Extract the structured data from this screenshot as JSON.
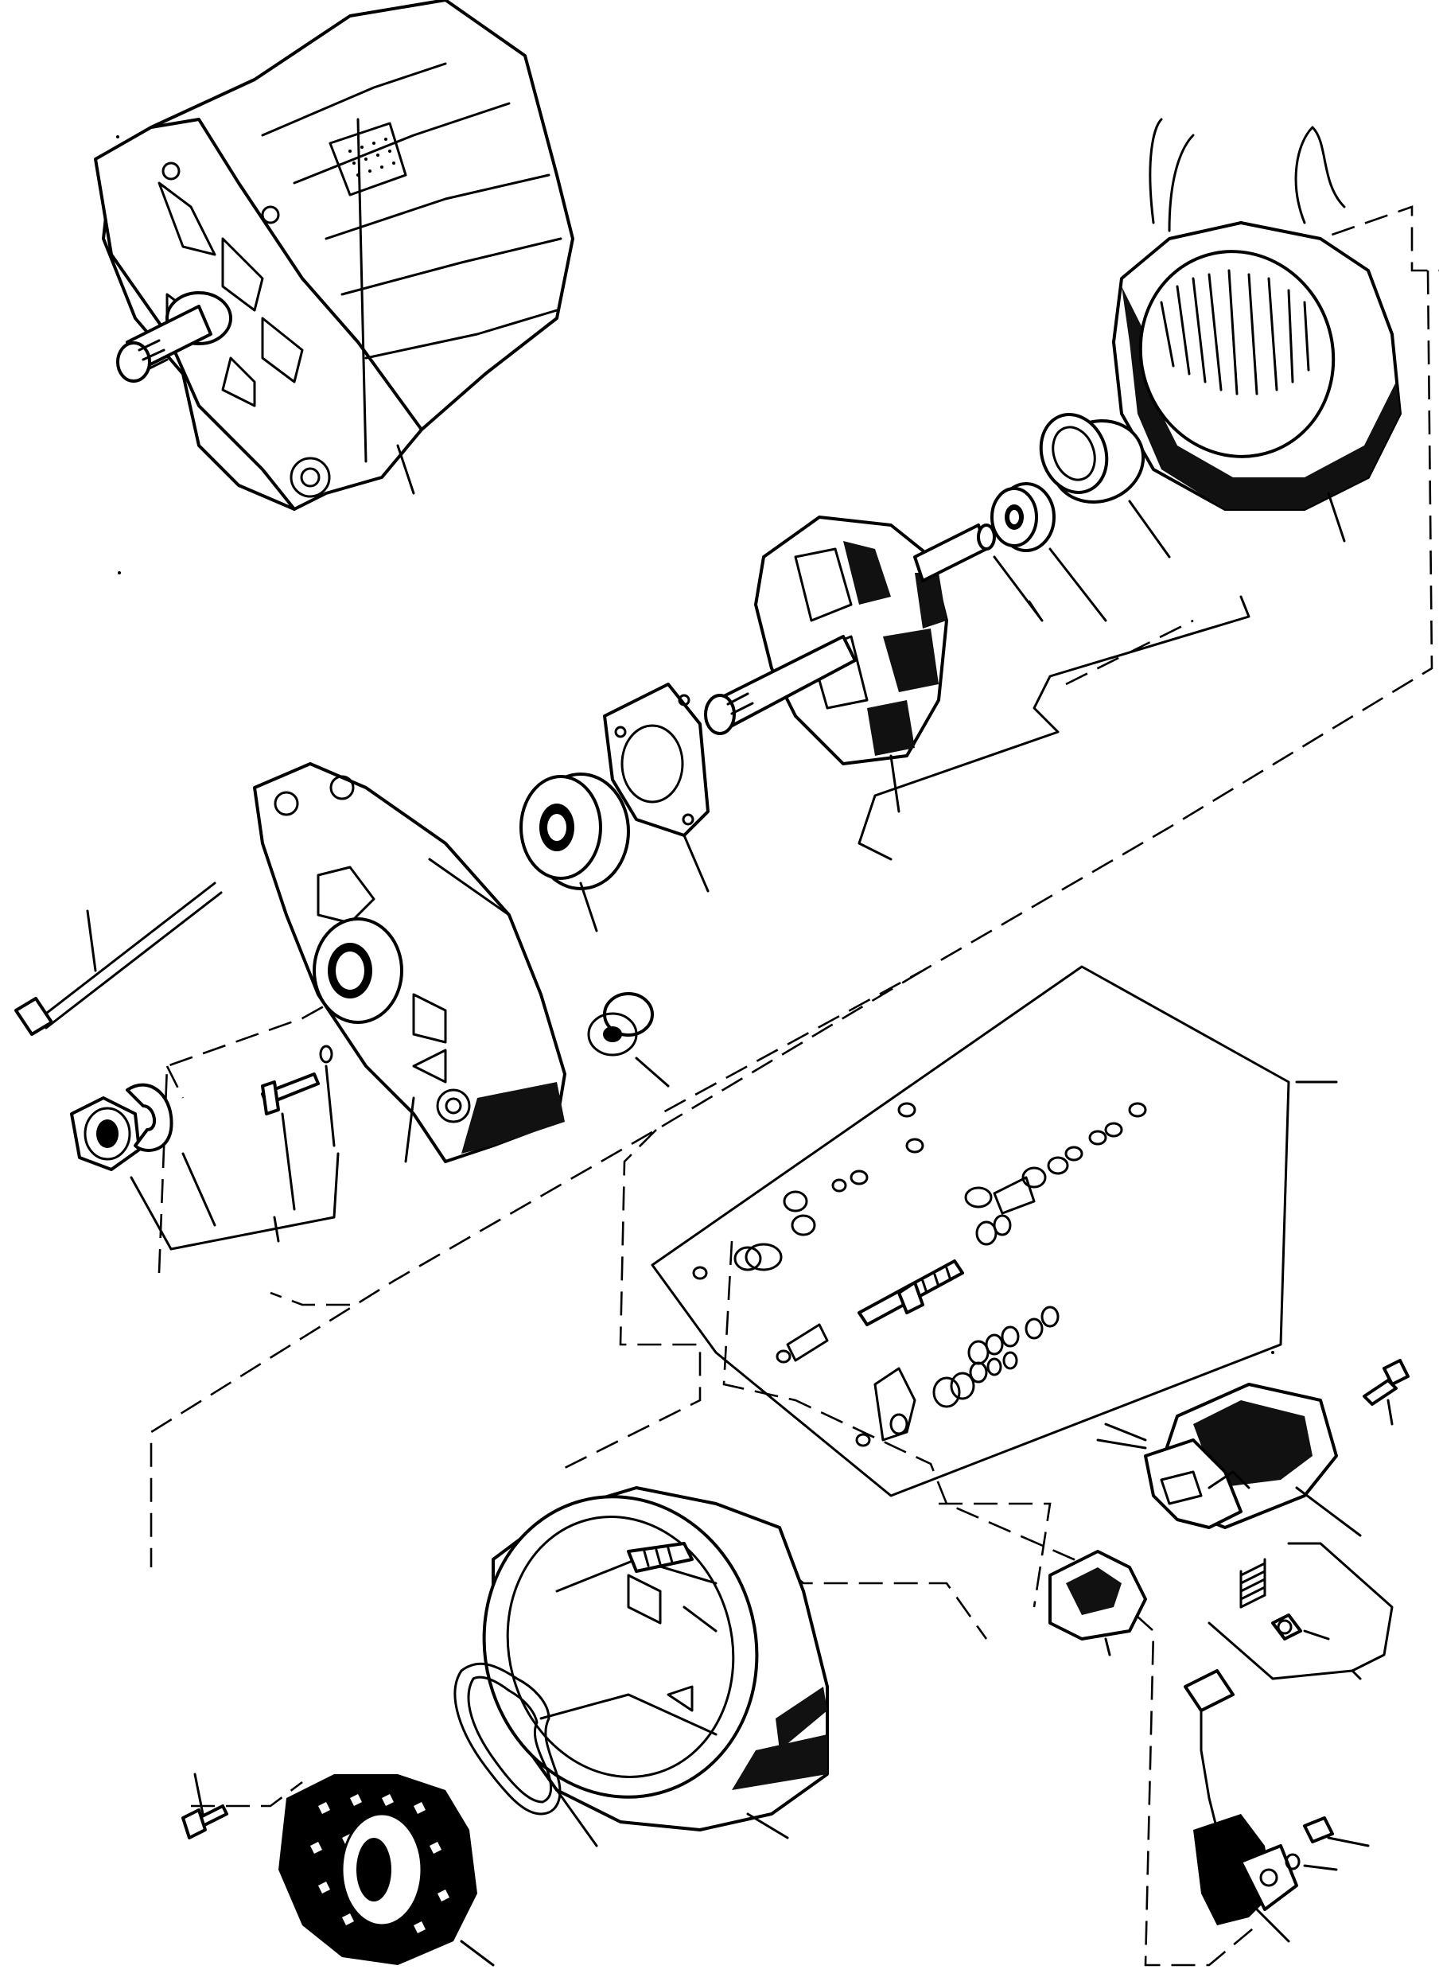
{
  "diagram": {
    "type": "exploded-parts-view",
    "parts": [
      {
        "id": "alternator-assembly",
        "icon": "alternator-icon"
      },
      {
        "id": "stator",
        "icon": "stator-icon"
      },
      {
        "id": "rear-bearing-housing",
        "icon": "bearing-cup-icon"
      },
      {
        "id": "rear-ball-bearing",
        "icon": "ball-bearing-icon"
      },
      {
        "id": "rotor-assembly",
        "icon": "rotor-icon"
      },
      {
        "id": "bearing-retainer-plate",
        "icon": "retainer-plate-icon"
      },
      {
        "id": "front-ball-bearing",
        "icon": "ball-bearing-icon"
      },
      {
        "id": "drive-end-housing",
        "icon": "housing-icon"
      },
      {
        "id": "through-bolt",
        "icon": "bolt-icon"
      },
      {
        "id": "spacer-collar",
        "icon": "collar-icon"
      },
      {
        "id": "pulley-nut",
        "icon": "nut-icon"
      },
      {
        "id": "lock-washer",
        "icon": "washer-icon"
      },
      {
        "id": "screw-and-washer",
        "icon": "screw-icon"
      },
      {
        "id": "terminal-hardware-kit",
        "icon": "hardware-kit-icon"
      },
      {
        "id": "voltage-regulator",
        "icon": "regulator-icon"
      },
      {
        "id": "regulator-screw",
        "icon": "screw-icon"
      },
      {
        "id": "brush-holder",
        "icon": "brush-holder-icon"
      },
      {
        "id": "brush-and-spring",
        "icon": "spring-icon"
      },
      {
        "id": "slip-ring-end-housing",
        "icon": "housing-icon"
      },
      {
        "id": "seal-gasket",
        "icon": "gasket-icon"
      },
      {
        "id": "rectifier-diode-plate",
        "icon": "rectifier-icon"
      },
      {
        "id": "rectifier-screw",
        "icon": "screw-icon"
      },
      {
        "id": "capacitor",
        "icon": "capacitor-icon"
      },
      {
        "id": "capacitor-screw-and-washer",
        "icon": "screw-icon"
      }
    ]
  }
}
